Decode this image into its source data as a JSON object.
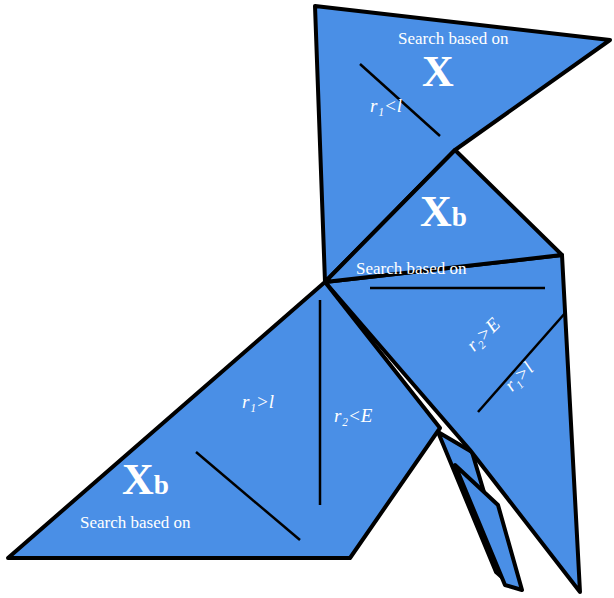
{
  "diagram": {
    "labels": [
      "Search based on",
      "X",
      "r₁<l",
      "Xb",
      "Search based on",
      "r₂>E",
      "r₁>l",
      "r₁>l",
      "r₂<E",
      "Xb",
      "Search based on"
    ]
  }
}
